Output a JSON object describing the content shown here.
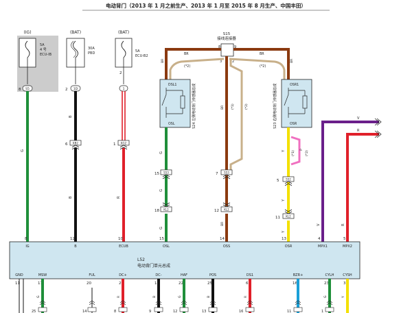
{
  "title": "电动背门（2013 年 1 月之前生产、2013 年 1 月至 2015 年 8 月生产、中国丰田）",
  "colors": {
    "green": "#1f8f3a",
    "black": "#111111",
    "red": "#e0202a",
    "brown": "#8b3a10",
    "tan": "#c8b08a",
    "yellow": "#f3e000",
    "pink": "#f070c0",
    "purple": "#6a1f8a",
    "blue": "#1aa0d8",
    "ecu_fill": "#cfe6f0",
    "fuse_gray": "#cccccc"
  },
  "fuses": [
    {
      "source": "(IG)",
      "rating_lines": [
        "5A",
        "4 号",
        "ECU-IB"
      ],
      "pin": "8",
      "connector": "S5"
    },
    {
      "source": "(BAT)",
      "rating_lines": [
        "30A",
        "PBD"
      ],
      "pin": "2",
      "connector": "1D"
    },
    {
      "source": "(BAT)",
      "rating_lines": [
        "5A",
        "ECU-B2"
      ],
      "pin": "2",
      "connector": "1"
    }
  ],
  "splice": {
    "id": "S15",
    "name": "接线连接器",
    "pin_left": "8",
    "pin_right": "9",
    "pin_bottom_left": "3",
    "pin_bottom_right": "2"
  },
  "sensors": [
    {
      "id": "S24",
      "name": "左侧电动背门传感器总成",
      "top": "DSL1",
      "bottom": "OSL"
    },
    {
      "id": "S23",
      "name": "右侧电动背门传感器总成",
      "top": "OSR1",
      "bottom": "OSR"
    }
  ],
  "wire_labels": {
    "br": "BR",
    "l2": "(*2)",
    "l1": "(*1)",
    "g": "G",
    "b": "B",
    "r": "R",
    "y": "Y",
    "v": "V",
    "p": "P"
  },
  "connectors": {
    "c1_pin": "6",
    "c1_id": "KB2",
    "c2_pin": "1",
    "c2_id": "KG2",
    "c3_pin": "15",
    "c3_id": "S53",
    "c4_pin": "18",
    "c4_id": "KL2",
    "c5_pin": "7",
    "c5_id": "S53",
    "c6_pin": "12",
    "c6_id": "KL2",
    "c7_pin": "5",
    "c7_id": "S52",
    "c8_pin": "11",
    "c8_id": "KL2"
  },
  "ecu": {
    "id": "L52",
    "name": "电动背门单元总成",
    "top_pins": [
      {
        "num": "8",
        "name": "IG"
      },
      {
        "num": "12",
        "name": "B"
      },
      {
        "num": "10",
        "name": "ECUB"
      },
      {
        "num": "15",
        "name": "OSL"
      },
      {
        "num": "14",
        "name": "OSS"
      },
      {
        "num": "13",
        "name": "OSR"
      },
      {
        "num": "4",
        "name": "MPX1"
      },
      {
        "num": "5",
        "name": "MPX2"
      }
    ],
    "bottom_pins": [
      {
        "num": "11",
        "name": "GND"
      },
      {
        "num": "17",
        "name": "MSW"
      },
      {
        "num": "20",
        "name": "FUL"
      },
      {
        "num": "2",
        "name": "DC+"
      },
      {
        "num": "1",
        "name": "DC-"
      },
      {
        "num": "22",
        "name": "HAF"
      },
      {
        "num": "25",
        "name": "POS"
      },
      {
        "num": "6",
        "name": "DS1"
      },
      {
        "num": "16",
        "name": "BZR+"
      },
      {
        "num": "23",
        "name": "CYLH"
      },
      {
        "num": "3",
        "name": "CYSH"
      }
    ],
    "bottom_conn_pins": [
      "25",
      "14",
      "8",
      "9",
      "12",
      "13",
      "16",
      "11",
      "1"
    ]
  }
}
